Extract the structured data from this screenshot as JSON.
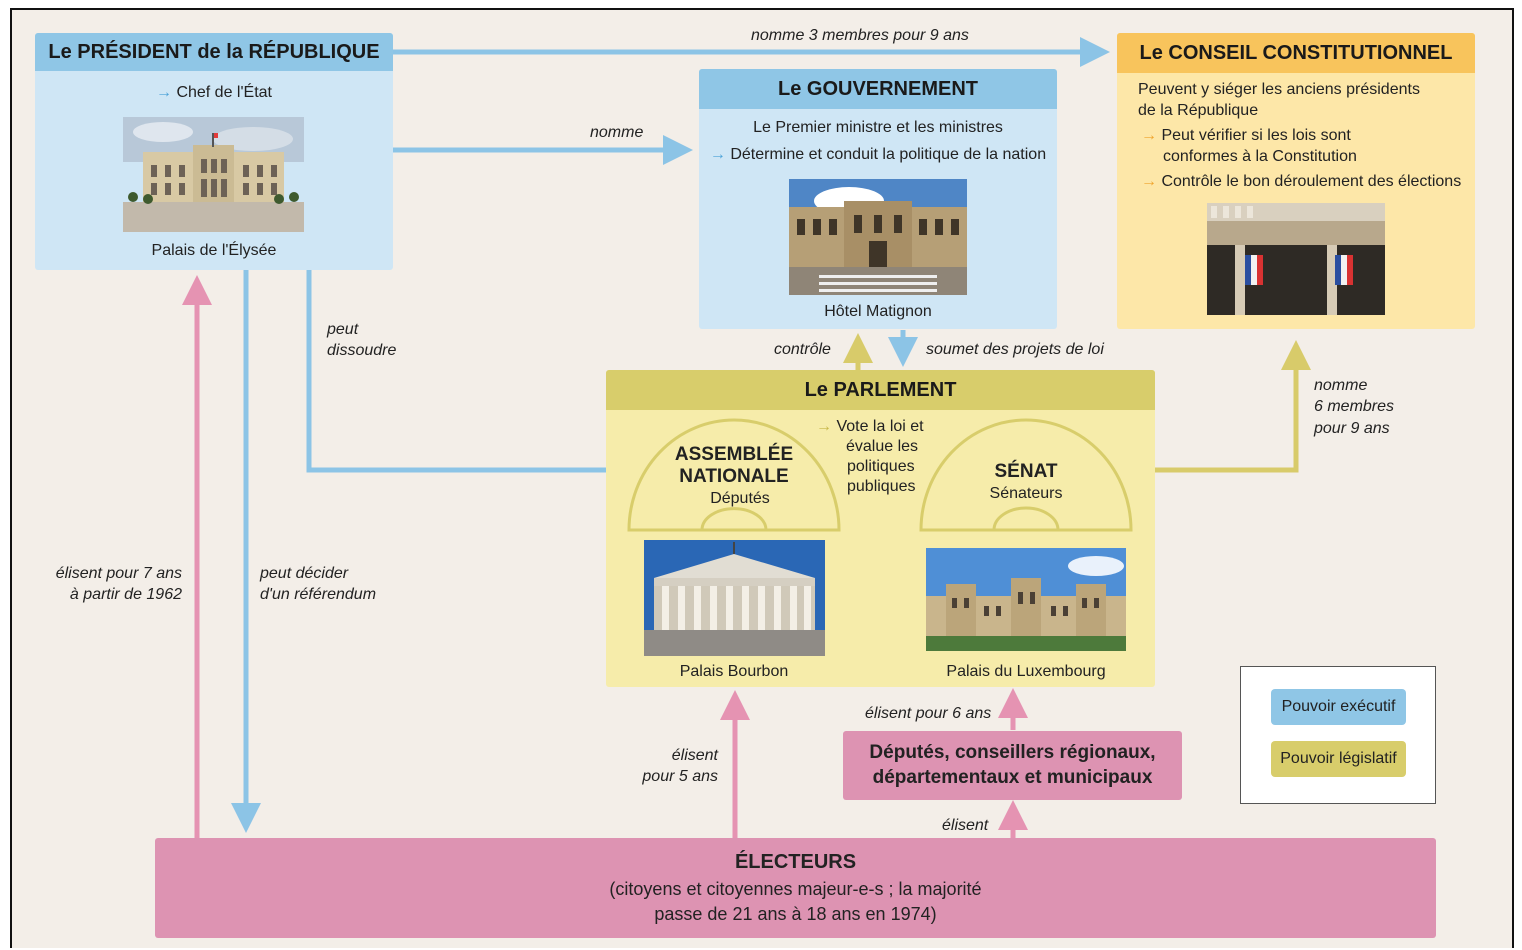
{
  "president": {
    "title": "Le PRÉSIDENT de la RÉPUBLIQUE",
    "role": "Chef de l'État",
    "photo_caption": "Palais de l'Élysée"
  },
  "gouvernement": {
    "title": "Le GOUVERNEMENT",
    "members": "Le Premier ministre et les ministres",
    "role": "Détermine et conduit la politique de la nation",
    "photo_caption": "Hôtel Matignon"
  },
  "conseil": {
    "title": "Le CONSEIL CONSTITUTIONNEL",
    "intro_line1": "Peuvent y siéger les anciens présidents",
    "intro_line2": "de la République",
    "role1_line1": "Peut vérifier si les lois sont",
    "role1_line2": "conformes à la Constitution",
    "role2": "Contrôle le bon déroulement des élections"
  },
  "parlement": {
    "title": "Le PARLEMENT",
    "assemblee_line1": "ASSEMBLÉE",
    "assemblee_line2": "NATIONALE",
    "assemblee_members": "Députés",
    "senat_title": "SÉNAT",
    "senat_members": "Sénateurs",
    "role_line1": "Vote la loi et",
    "role_line2": "évalue les",
    "role_line3": "politiques",
    "role_line4": "publiques",
    "photo1_caption": "Palais Bourbon",
    "photo2_caption": "Palais du Luxembourg"
  },
  "grands_electeurs": {
    "line1": "Députés, conseillers régionaux,",
    "line2": "départementaux et municipaux"
  },
  "electeurs": {
    "title": "ÉLECTEURS",
    "line1": "(citoyens et citoyennes majeur-e-s ; la majorité",
    "line2": "passe de 21 ans à 18 ans en 1974)"
  },
  "arrows": {
    "nomme_3": "nomme 3 membres pour 9 ans",
    "nomme_gouv": "nomme",
    "peut_dissoudre_1": "peut",
    "peut_dissoudre_2": "dissoudre",
    "controle": "contrôle",
    "soumet": "soumet des projets de loi",
    "nomme6_1": "nomme",
    "nomme6_2": "6 membres",
    "nomme6_3": "pour 9 ans",
    "elisent7_1": "élisent pour 7 ans",
    "elisent7_2": "à partir de 1962",
    "referendum_1": "peut décider",
    "referendum_2": "d'un référendum",
    "elisent5_1": "élisent",
    "elisent5_2": "pour 5 ans",
    "elisent6": "élisent pour 6 ans",
    "elisent": "élisent"
  },
  "legend": {
    "executif": "Pouvoir exécutif",
    "legislatif": "Pouvoir législatif"
  },
  "colors": {
    "executif": "#8fc6e6",
    "legislatif": "#d8cd6b",
    "conseil": "#f8c45c",
    "electeurs": "#dd93b2",
    "arrow_blue": "#8cc4e6",
    "arrow_pink": "#e593b2",
    "arrow_olive": "#d8cb6a"
  }
}
